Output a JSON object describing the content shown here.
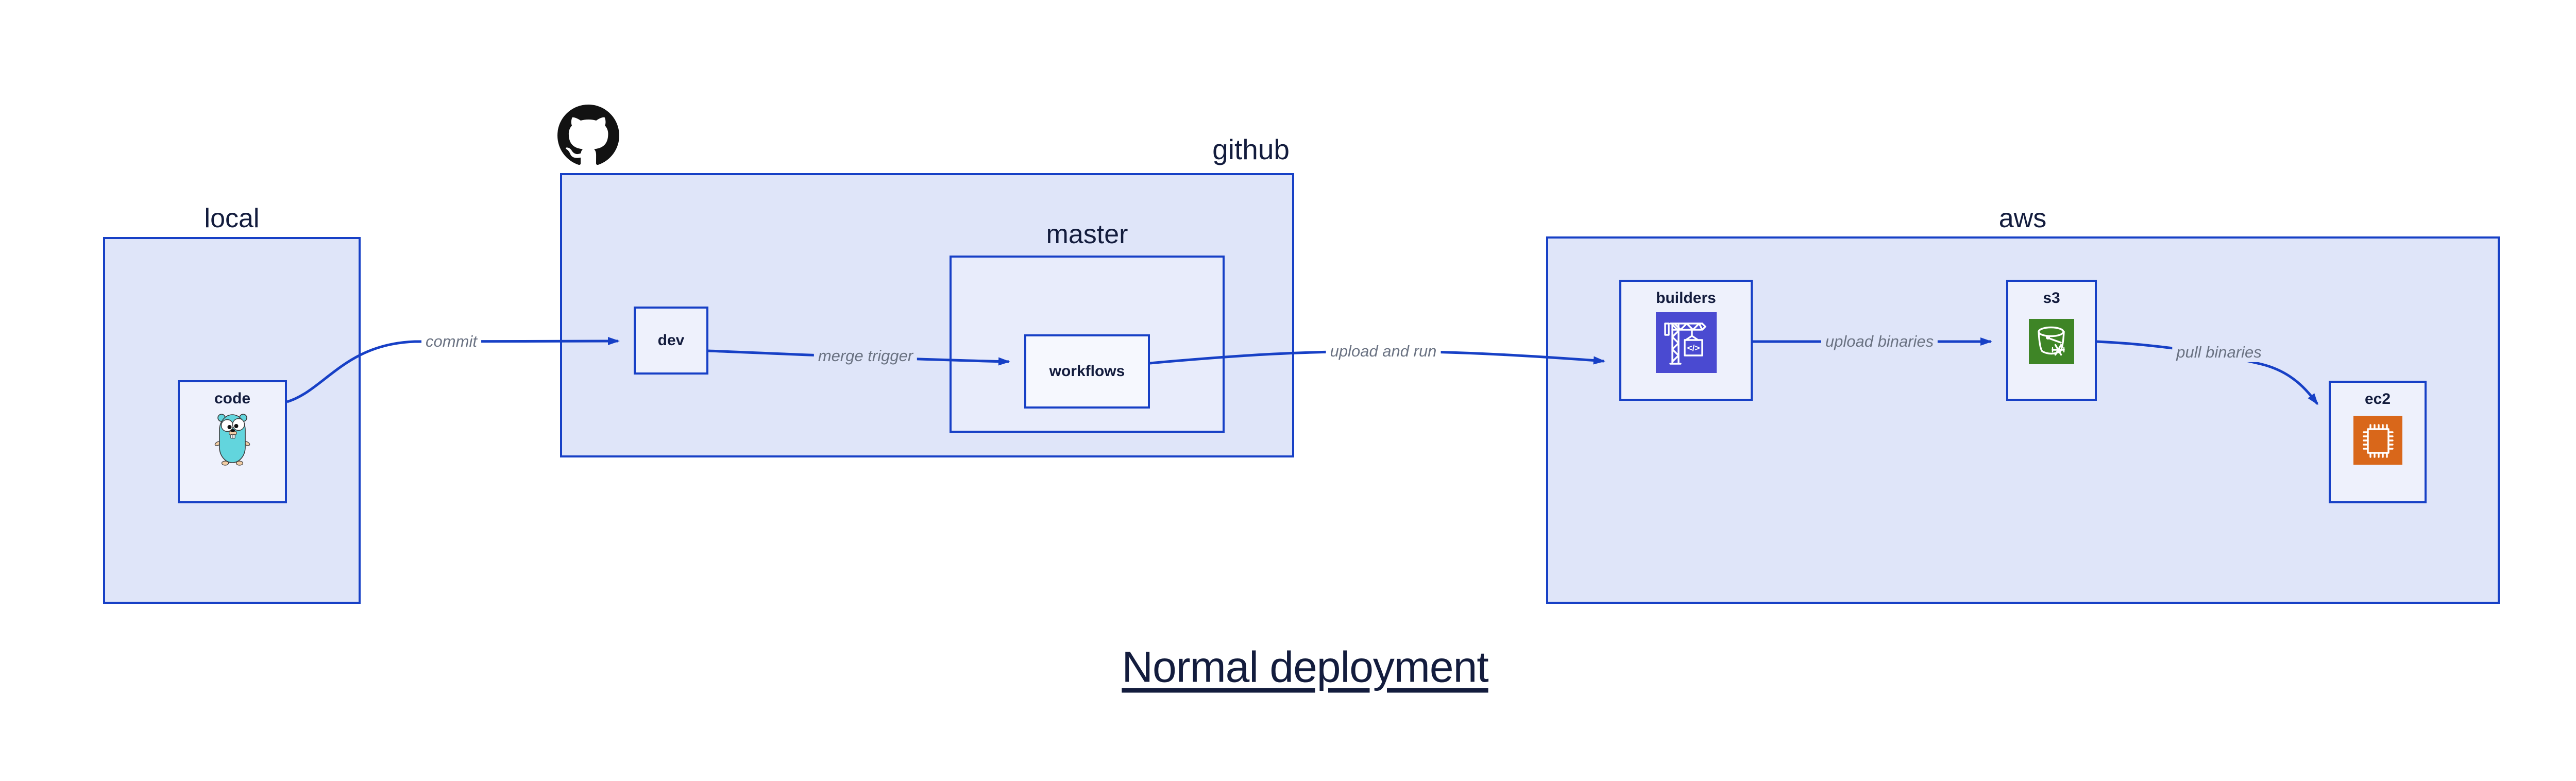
{
  "title": "Normal deployment",
  "containers": {
    "local": {
      "label": "local"
    },
    "github": {
      "label": "github",
      "icon": "github-octocat-icon"
    },
    "master": {
      "label": "master"
    },
    "aws": {
      "label": "aws"
    }
  },
  "nodes": {
    "code": {
      "label": "code",
      "icon": "go-gopher-icon"
    },
    "dev": {
      "label": "dev"
    },
    "workflows": {
      "label": "workflows"
    },
    "builders": {
      "label": "builders",
      "icon": "codebuild-crane-icon"
    },
    "s3": {
      "label": "s3",
      "icon": "s3-bucket-icon"
    },
    "ec2": {
      "label": "ec2",
      "icon": "ec2-chip-icon"
    }
  },
  "edges": [
    {
      "from": "local.code",
      "to": "github.dev",
      "label": "commit"
    },
    {
      "from": "github.dev",
      "to": "github.master.workflows",
      "label": "merge trigger"
    },
    {
      "from": "github.master.workflows",
      "to": "aws.builders",
      "label": "upload and run"
    },
    {
      "from": "aws.builders",
      "to": "aws.s3",
      "label": "upload binaries"
    },
    {
      "from": "aws.s3",
      "to": "aws.ec2",
      "label": "pull binaries"
    }
  ],
  "colors": {
    "bg": "#ffffff",
    "border": "#1740c6",
    "container_fill": "#dfe5f9",
    "master_fill": "#e8ecfb",
    "node_fill": "#eef1fc",
    "nested_fill": "#f6f8fe",
    "label_dark": "#131c3d",
    "edge_label_color": "#6a7282",
    "codebuild": "#4a4ad1",
    "s3green": "#3e8526",
    "ec2orange": "#d9671a",
    "gopher_body": "#62d5dd",
    "gopher_skin": "#f2cda4",
    "octocat": "#121212"
  }
}
